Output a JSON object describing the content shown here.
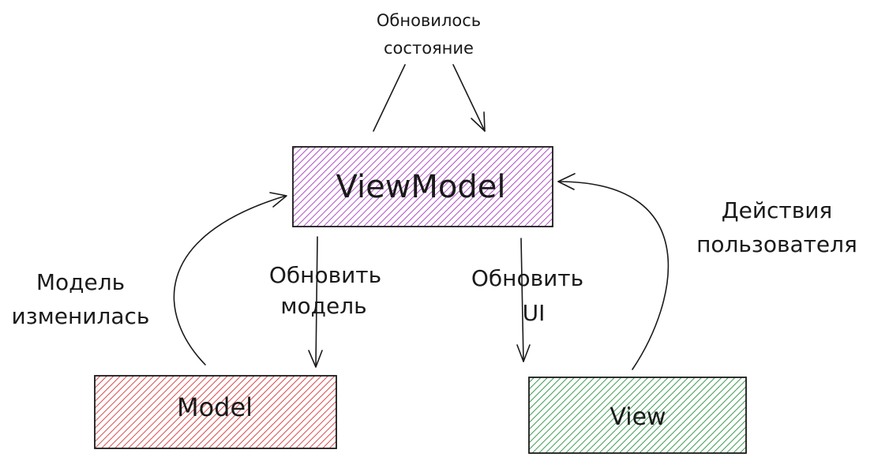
{
  "nodes": {
    "viewmodel": {
      "label": "ViewModel",
      "fill": "#cc66dd",
      "hatch": "#b04fc7"
    },
    "model": {
      "label": "Model",
      "fill": "#ee7777",
      "hatch": "#d94b4b"
    },
    "view": {
      "label": "View",
      "fill": "#66bb77",
      "hatch": "#3f9c52"
    }
  },
  "annotations": {
    "state_updated_line1": "Обновилось",
    "state_updated_line2": "состояние",
    "user_actions_line1": "Действия",
    "user_actions_line2": "пользователя",
    "model_changed_line1": "Модель",
    "model_changed_line2": "изменилась",
    "update_model_line1": "Обновить",
    "update_model_line2": "модель",
    "update_ui_line1": "Обновить",
    "update_ui_line2": "UI"
  }
}
